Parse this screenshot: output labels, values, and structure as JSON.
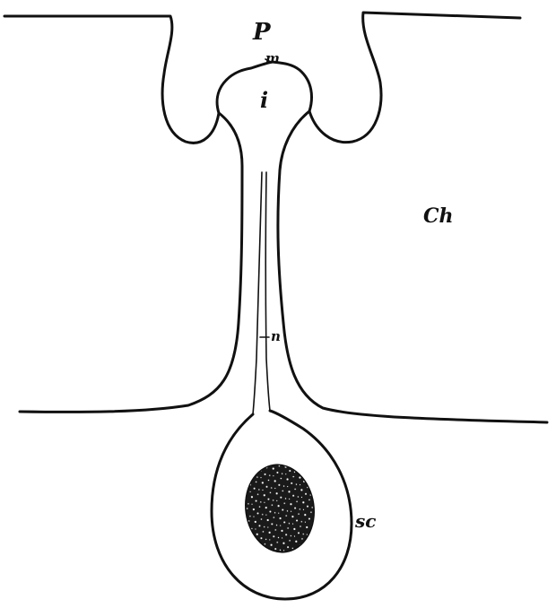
{
  "labels": {
    "p": "P",
    "m": "m",
    "i": "i",
    "ch": "Ch",
    "n": "n",
    "sc": "sc"
  },
  "colors": {
    "ink": "#111111",
    "paper": "#ffffff"
  }
}
